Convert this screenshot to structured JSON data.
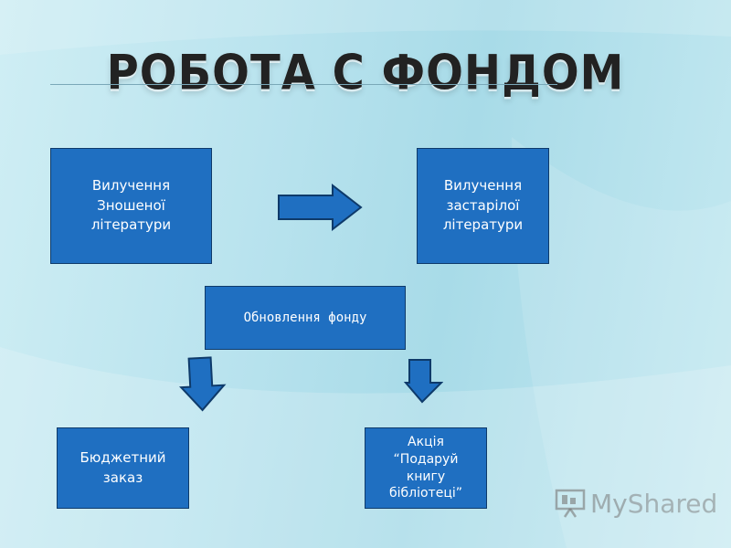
{
  "slide": {
    "title": "РОБОТА С ФОНДОМ"
  },
  "nodes": {
    "worn": "Вилучення\nЗношеної\nлітератури",
    "outdated": "Вилучення\nзастарілої\nлітератури",
    "renewal": "Обновлення  фонду",
    "budget": "Бюджетний\nзаказ",
    "gift": "Акція\n“Подаруй\nкнигу\nбібліотеці”"
  },
  "colors": {
    "box_fill": "#1f6fc1",
    "box_border": "#0e3a6a",
    "arrow_fill": "#1f6fc1"
  },
  "watermark": {
    "my": "My",
    "shared": "Shared"
  }
}
